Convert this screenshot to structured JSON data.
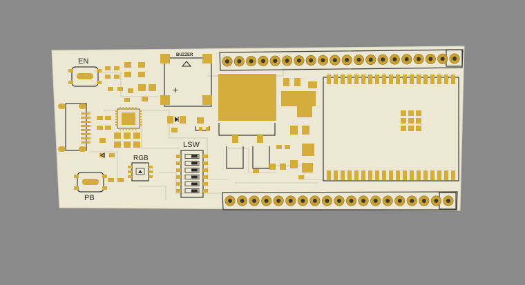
{
  "board": {
    "labels": {
      "en": "EN",
      "pb": "PB",
      "rgb": "RGB",
      "lsw": "LSW",
      "buzzer": "BUZZER",
      "plus": "+"
    }
  },
  "colors": {
    "background": "#8a8a8a",
    "board": "#ece8d4",
    "copper": "#d4ac3c",
    "silkscreen": "#2a2a2a",
    "trace": "#cfcbb7"
  },
  "headers": {
    "top_pin_count": 20,
    "bottom_pin_count": 19
  }
}
